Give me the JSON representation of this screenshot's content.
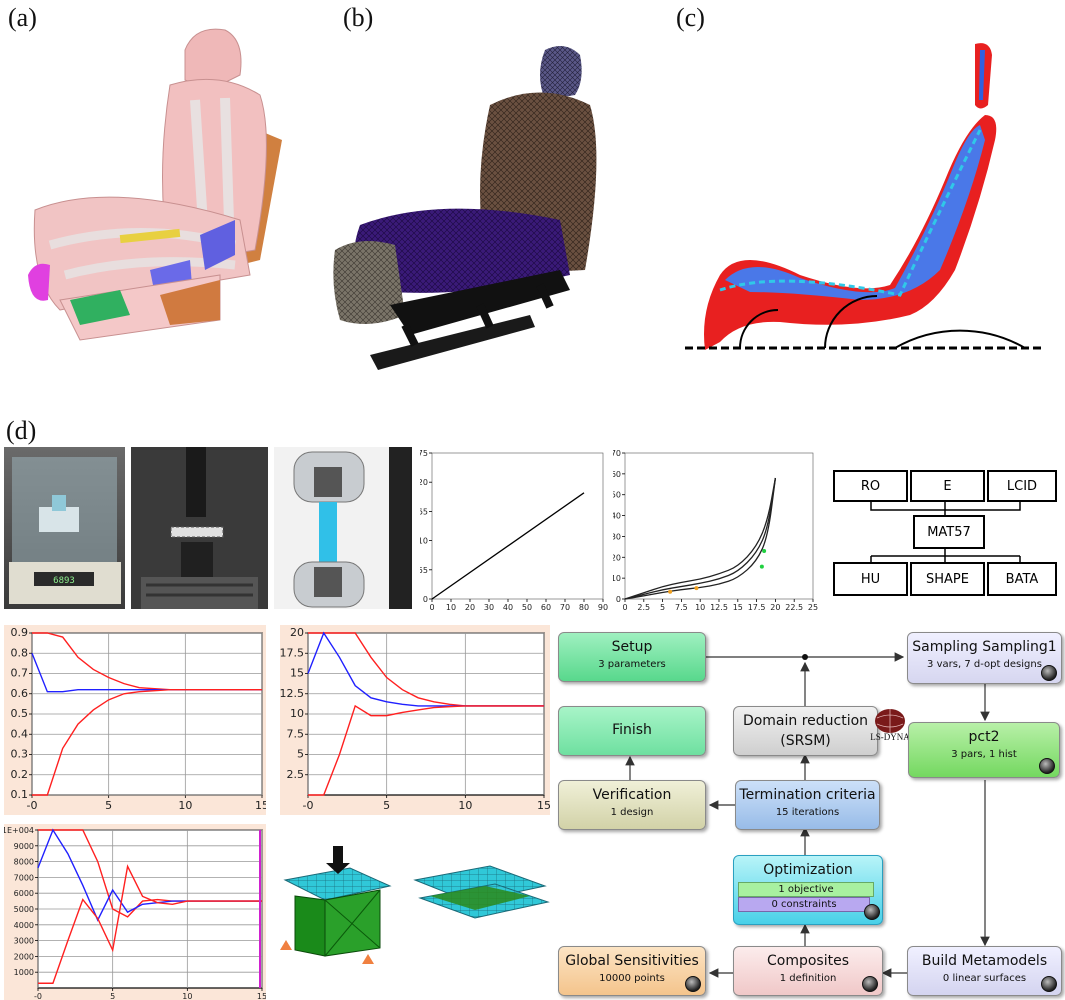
{
  "labels": {
    "a": "(a)",
    "b": "(b)",
    "c": "(c)",
    "d": "(d)"
  },
  "mat_tree": {
    "top": [
      "RO",
      "E",
      "LCID"
    ],
    "center": "MAT57",
    "bottom": [
      "HU",
      "SHAPE",
      "BATA"
    ]
  },
  "flowchart": {
    "setup": {
      "title": "Setup",
      "sub": "3 parameters"
    },
    "sampling": {
      "title": "Sampling Sampling1",
      "sub": "3 vars, 7 d-opt designs"
    },
    "finish": {
      "title": "Finish"
    },
    "domain": {
      "title": "Domain reduction",
      "title2": "(SRSM)"
    },
    "lsdyna": "LS-DYNA",
    "pct2": {
      "title": "pct2",
      "sub": "3 pars, 1 hist"
    },
    "verification": {
      "title": "Verification",
      "sub": "1 design"
    },
    "termination": {
      "title": "Termination criteria",
      "sub": "15 iterations"
    },
    "optimization": {
      "title": "Optimization",
      "obj": "1 objective",
      "con": "0 constraints"
    },
    "global": {
      "title": "Global Sensitivities",
      "sub": "10000 points"
    },
    "composites": {
      "title": "Composites",
      "sub": "1 definition"
    },
    "build": {
      "title": "Build Metamodels",
      "sub": "0 linear surfaces"
    }
  },
  "scale_readout": "6893",
  "chart_data": [
    {
      "type": "line",
      "x": [
        0,
        80
      ],
      "values": [
        0,
        200
      ],
      "xticks": [
        "0",
        "10",
        "20",
        "30",
        "40",
        "50",
        "60",
        "70",
        "80",
        "90"
      ],
      "yticks": [
        "0",
        "55",
        "110",
        "165",
        "220",
        "275"
      ],
      "xlim": [
        0,
        90
      ],
      "ylim": [
        0,
        275
      ]
    },
    {
      "type": "line",
      "xticks": [
        "0",
        "2.5",
        "5",
        "7.5",
        "10",
        "12.5",
        "15",
        "17.5",
        "20",
        "22.5",
        "25"
      ],
      "yticks": [
        "0",
        "10",
        "20",
        "30",
        "40",
        "50",
        "60",
        "70"
      ],
      "xlim": [
        0,
        25
      ],
      "ylim": [
        0,
        70
      ],
      "series": [
        {
          "x": [
            0,
            2.5,
            5,
            7.5,
            10,
            12.5,
            15,
            17.5,
            19,
            20
          ],
          "values": [
            0,
            1.5,
            3.2,
            4.5,
            5.5,
            7,
            10,
            18,
            30,
            58
          ]
        },
        {
          "x": [
            0,
            2.5,
            5,
            7.5,
            10,
            12.5,
            15,
            17.5,
            19,
            20
          ],
          "values": [
            0,
            2.2,
            4.5,
            6,
            7.5,
            9.5,
            13,
            22,
            34,
            58
          ]
        },
        {
          "x": [
            0,
            2.5,
            5,
            7.5,
            10,
            12.5,
            15,
            17.5,
            19,
            20
          ],
          "values": [
            0,
            3,
            6,
            8,
            9.5,
            12,
            15.5,
            25,
            38,
            58
          ]
        }
      ]
    },
    {
      "type": "line",
      "xticks": [
        "-0",
        "5",
        "10",
        "15"
      ],
      "yticks": [
        "0.1",
        "0.2",
        "0.3",
        "0.4",
        "0.5",
        "0.6",
        "0.7",
        "0.8",
        "0.9"
      ],
      "xlim": [
        0,
        15
      ],
      "ylim": [
        0.1,
        0.9
      ],
      "series": [
        {
          "color": "#ff2020",
          "x": [
            0,
            1,
            2,
            3,
            4,
            5,
            6,
            7,
            8,
            9,
            10,
            11,
            12,
            13,
            14,
            15
          ],
          "values": [
            0.9,
            0.9,
            0.88,
            0.78,
            0.72,
            0.68,
            0.65,
            0.63,
            0.625,
            0.62,
            0.62,
            0.62,
            0.62,
            0.62,
            0.62,
            0.62
          ]
        },
        {
          "color": "#2020ff",
          "x": [
            0,
            1,
            2,
            3,
            4,
            5,
            6,
            7,
            8,
            9,
            10,
            11,
            12,
            13,
            14,
            15
          ],
          "values": [
            0.8,
            0.61,
            0.61,
            0.62,
            0.62,
            0.62,
            0.62,
            0.62,
            0.62,
            0.62,
            0.62,
            0.62,
            0.62,
            0.62,
            0.62,
            0.62
          ]
        },
        {
          "color": "#ff2020",
          "x": [
            0,
            1,
            2,
            3,
            4,
            5,
            6,
            7,
            8,
            9,
            10,
            11,
            12,
            13,
            14,
            15
          ],
          "values": [
            0.1,
            0.1,
            0.33,
            0.45,
            0.52,
            0.57,
            0.6,
            0.61,
            0.615,
            0.62,
            0.62,
            0.62,
            0.62,
            0.62,
            0.62,
            0.62
          ]
        }
      ]
    },
    {
      "type": "line",
      "xticks": [
        "-0",
        "5",
        "10",
        "15"
      ],
      "yticks": [
        "2.5",
        "5",
        "7.5",
        "10",
        "12.5",
        "15",
        "17.5",
        "20"
      ],
      "xlim": [
        0,
        15
      ],
      "ylim": [
        0,
        20
      ],
      "series": [
        {
          "color": "#ff2020",
          "x": [
            0,
            1,
            2,
            3,
            4,
            5,
            6,
            7,
            8,
            9,
            10,
            11,
            12,
            13,
            14,
            15
          ],
          "values": [
            20,
            20,
            20,
            20,
            17,
            14.5,
            13,
            12,
            11.5,
            11.2,
            11,
            11,
            11,
            11,
            11,
            11
          ]
        },
        {
          "color": "#2020ff",
          "x": [
            0,
            1,
            2,
            3,
            4,
            5,
            6,
            7,
            8,
            9,
            10,
            11,
            12,
            13,
            14,
            15
          ],
          "values": [
            15,
            20,
            17,
            13.5,
            12,
            11.5,
            11.2,
            11,
            11,
            11,
            11,
            11,
            11,
            11,
            11,
            11
          ]
        },
        {
          "color": "#ff2020",
          "x": [
            0,
            1,
            2,
            3,
            4,
            5,
            6,
            7,
            8,
            9,
            10,
            11,
            12,
            13,
            14,
            15
          ],
          "values": [
            0,
            0,
            5,
            11,
            9.8,
            9.8,
            10.2,
            10.5,
            10.8,
            10.9,
            11,
            11,
            11,
            11,
            11,
            11
          ]
        }
      ]
    },
    {
      "type": "line",
      "xticks": [
        "-0",
        "5",
        "10",
        "15"
      ],
      "yticks": [
        "1000",
        "2000",
        "3000",
        "4000",
        "5000",
        "6000",
        "7000",
        "8000",
        "9000",
        "1E+004"
      ],
      "xlim": [
        0,
        15
      ],
      "ylim": [
        0,
        10000
      ],
      "series": [
        {
          "color": "#ff2020",
          "x": [
            0,
            1,
            2,
            3,
            4,
            5,
            6,
            7,
            8,
            9,
            10,
            11,
            12,
            13,
            14,
            15
          ],
          "values": [
            10000,
            10000,
            10000,
            10000,
            8000,
            5000,
            4500,
            5500,
            5600,
            5500,
            5500,
            5500,
            5500,
            5500,
            5500,
            5500
          ]
        },
        {
          "color": "#2020ff",
          "x": [
            0,
            1,
            2,
            3,
            4,
            5,
            6,
            7,
            8,
            9,
            10,
            11,
            12,
            13,
            14,
            15
          ],
          "values": [
            7600,
            10000,
            8500,
            6500,
            4300,
            6200,
            4800,
            5300,
            5400,
            5500,
            5500,
            5500,
            5500,
            5500,
            5500,
            5500
          ]
        },
        {
          "color": "#ff2020",
          "x": [
            0,
            1,
            2,
            3,
            4,
            5,
            6,
            7,
            8,
            9,
            10,
            11,
            12,
            13,
            14,
            15
          ],
          "values": [
            300,
            300,
            3000,
            5600,
            4400,
            2400,
            7700,
            5800,
            5400,
            5300,
            5500,
            5500,
            5500,
            5500,
            5500,
            5500
          ]
        }
      ]
    }
  ]
}
